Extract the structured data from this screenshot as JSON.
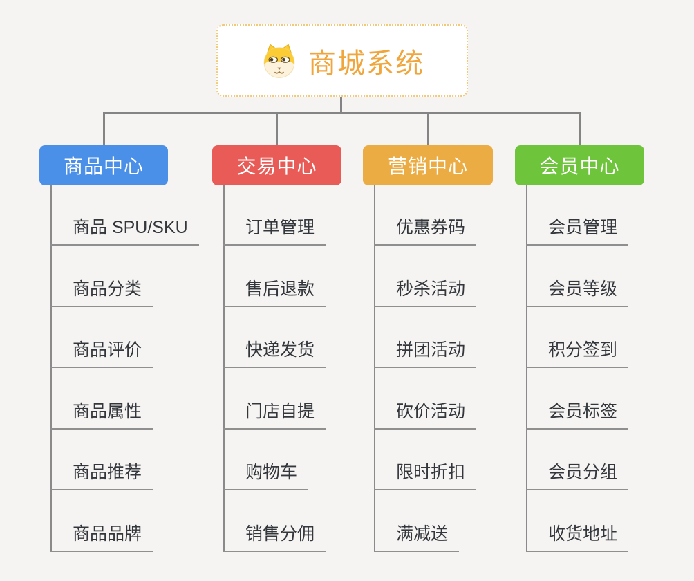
{
  "canvas": {
    "background_color": "#f5f4f2",
    "connector_color": "#848484"
  },
  "root": {
    "title": "商城系统",
    "icon": "dog-face-icon",
    "text_color": "#f0a63c",
    "border_color": "#f2c879",
    "background_color": "#ffffff"
  },
  "branches": [
    {
      "label": "商品中心",
      "color": "#4b90e8",
      "children": [
        "商品 SPU/SKU",
        "商品分类",
        "商品评价",
        "商品属性",
        "商品推荐",
        "商品品牌"
      ]
    },
    {
      "label": "交易中心",
      "color": "#e85b56",
      "children": [
        "订单管理",
        "售后退款",
        "快递发货",
        "门店自提",
        "购物车",
        "销售分佣"
      ]
    },
    {
      "label": "营销中心",
      "color": "#ecac44",
      "children": [
        "优惠券码",
        "秒杀活动",
        "拼团活动",
        "砍价活动",
        "限时折扣",
        "满减送"
      ]
    },
    {
      "label": "会员中心",
      "color": "#6ec53c",
      "children": [
        "会员管理",
        "会员等级",
        "积分签到",
        "会员标签",
        "会员分组",
        "收货地址"
      ]
    }
  ]
}
